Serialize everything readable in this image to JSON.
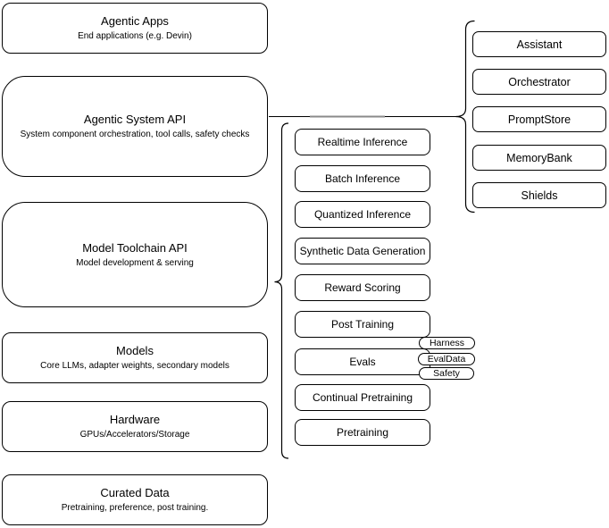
{
  "diagram": {
    "stack": [
      {
        "title": "Agentic Apps",
        "subtitle": "End applications (e.g. Devin)"
      },
      {
        "title": "Agentic System API",
        "subtitle": "System component orchestration, tool calls, safety checks"
      },
      {
        "title": "Model Toolchain API",
        "subtitle": "Model development & serving"
      },
      {
        "title": "Models",
        "subtitle": "Core LLMs, adapter weights, secondary models"
      },
      {
        "title": "Hardware",
        "subtitle": "GPUs/Accelerators/Storage"
      },
      {
        "title": "Curated Data",
        "subtitle": "Pretraining, preference, post training."
      }
    ],
    "toolchain_items": [
      "Realtime Inference",
      "Batch Inference",
      "Quantized Inference",
      "Synthetic Data Generation",
      "Reward Scoring",
      "Post Training",
      "Evals",
      "Continual Pretraining",
      "Pretraining"
    ],
    "eval_tags": [
      "Harness",
      "EvalData",
      "Safety"
    ],
    "system_components": [
      "Assistant",
      "Orchestrator",
      "PromptStore",
      "MemoryBank",
      "Shields"
    ],
    "colors": {
      "stroke": "#000000",
      "fill": "#ffffff",
      "connector_gray": "#8a8a8a"
    }
  }
}
